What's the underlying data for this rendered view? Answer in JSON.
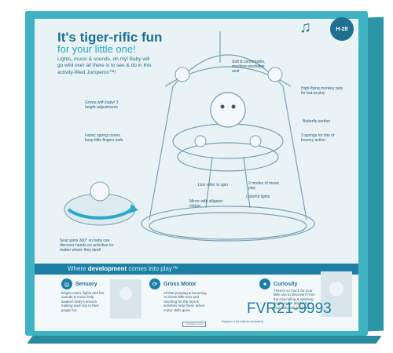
{
  "header": {
    "headline": "It's tiger-rific fun",
    "subheadline": "for your little one!",
    "description": "Lights, music & sounds, oh my! Baby will go wild over all there is to see & do in this activity-filled Jumperoo™!",
    "badge": "H-28",
    "notes_icon": "music-notes-icon"
  },
  "callouts": {
    "seat": "Soft & comfortable, machine-washable seat",
    "grows": "Grows with baby! 3 height adjustments",
    "monkey": "High-flying monkey pals for bat-at play",
    "springs_cover": "Fabric spring covers keep little fingers safe",
    "butterfly": "Butterfly teether",
    "springs": "3 springs for lots of bouncy action",
    "roller": "Lion roller to spin",
    "mirror": "Mirror with alligator clicker",
    "modes": "2 modes of music play",
    "lights": "Colorful lights",
    "swivel": "Seat spins 360° so baby can discover hands-on activities no matter where they land!"
  },
  "banner": {
    "prefix": "Where ",
    "emphasis": "development",
    "suffix": " comes into play™"
  },
  "sections": {
    "sensory": {
      "title": "Sensory",
      "text": "Bright colors, lights and fun sounds & music help awaken baby's senses, making each trip to their jungle fun."
    },
    "gross_motor": {
      "title": "Gross Motor",
      "text": "All that jumping & bouncing on those little toes and reaching for the toys & activities help these active motor skills grow."
    },
    "curiosity": {
      "title": "Curiosity",
      "text": "There's so much for your little one to discover! From the roly-rolling & spinning jungle to the playful tiger, your baby will explore."
    }
  },
  "model": "FVR21-9993",
  "battery": "Requires 3 AA batteries (included)",
  "contents_label": "CONTENTS SOLD",
  "colors": {
    "box": "#3fb3c2",
    "panel": "#e9f3f6",
    "accent": "#1f6f90",
    "banner": "#1d7fa6"
  }
}
